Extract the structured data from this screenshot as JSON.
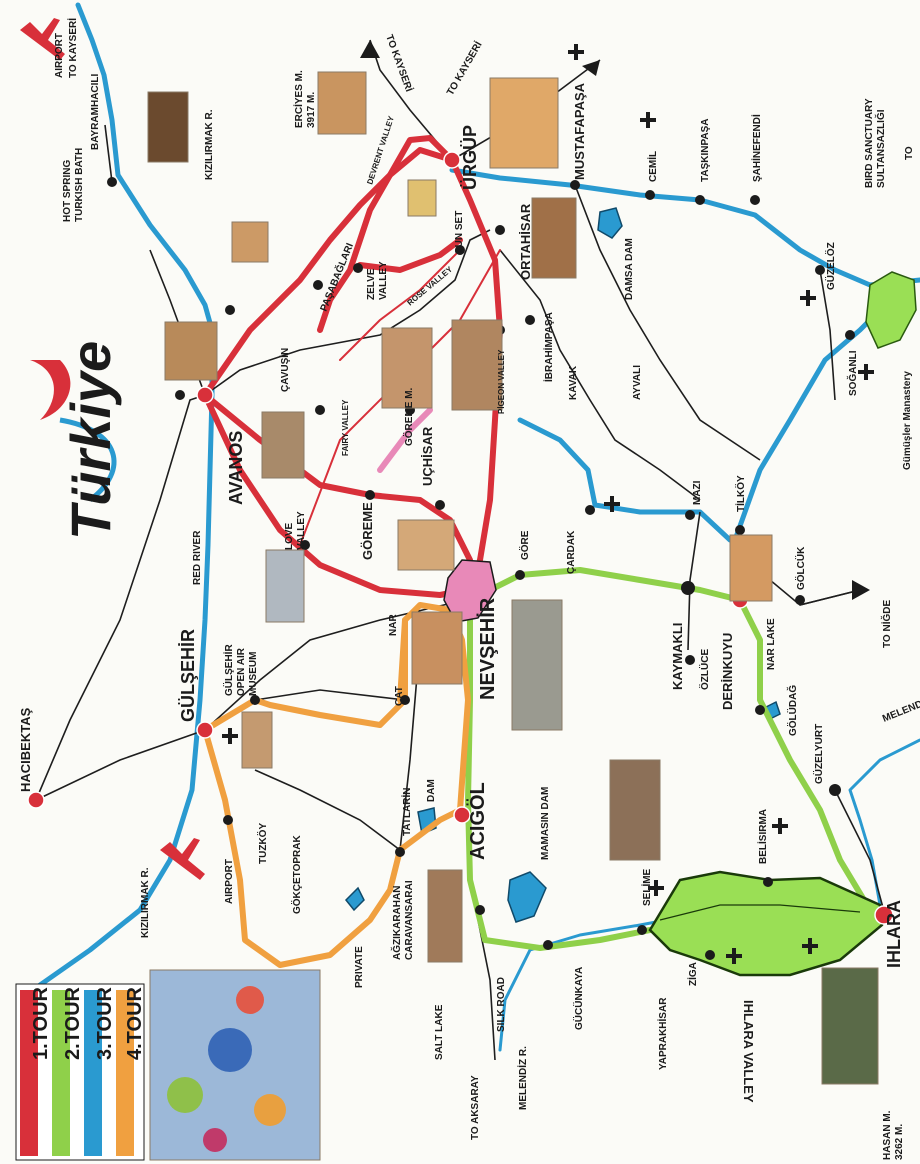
{
  "brand": {
    "name": "Türkiye"
  },
  "colors": {
    "tour1": "#d8303a",
    "tour2": "#8fd04a",
    "tour3": "#2a9ad0",
    "tour4": "#f0a040",
    "river": "#2a9ad0",
    "lake": "#2a9ad0",
    "valley": "#9adf55",
    "nevsehir": "#e889b8"
  },
  "legend": [
    {
      "label": "1.TOUR",
      "color": "#d8303a"
    },
    {
      "label": "2.TOUR",
      "color": "#8fd04a"
    },
    {
      "label": "3.TOUR",
      "color": "#2a9ad0"
    },
    {
      "label": "4.TOUR",
      "color": "#f0a040"
    }
  ],
  "labels": {
    "airport_kayseri": "AIRPORT",
    "to_kayseri_1": "TO KAYSERİ",
    "to_kayseri_2": "TO KAYSERİ",
    "to_kayseri_3": "TO KAYSERİ",
    "bayramhacili": "BAYRAMHACILI",
    "hot_spring": "HOT SPRING",
    "turkish_bath": "TURKISH BATH",
    "kizilirmak_1": "KIZILIRMAK R.",
    "kizilirmak_2": "KIZILIRMAK R.",
    "erciyes": "ERCİYES M.",
    "erciyes_alt": "3917 M.",
    "devrent": "DEVRENT VALLEY",
    "urgup": "ÜRGÜP",
    "mustafapasa": "MUSTAFAPAŞA",
    "cemil": "CEMİL",
    "taskinpasa": "TAŞKINPAŞA",
    "sahinefendi": "ŞAHİNEFENDİ",
    "bird_sanctuary": "BIRD SANCTUARY",
    "sultansazligi": "SULTANSAZLIĞI",
    "to_right": "TO",
    "sunset": "SUN SET",
    "ortahisar": "ORTAHİSAR",
    "damsa": "DAMSA DAM",
    "guzeloz": "GÜZELÖZ",
    "pasabaglari": "PAŞABAĞLARI",
    "zelve": "ZELVE",
    "valley": "VALLEY",
    "rose_valley": "ROSE VALLEY",
    "ibrahimpasa": "İBRAHİMPAŞA",
    "kavak": "KAVAK",
    "ayvali": "AYVALI",
    "soganli": "SOĞANLI",
    "gumusler": "Gümüşler Manastery",
    "pigeon_valley": "PİGEON VALLEY",
    "cavusin": "ÇAVUŞİN",
    "fairy_valley": "FAIRY VALLEY",
    "goreme_m": "GÖREME M.",
    "avanos": "AVANOS",
    "red_river": "RED RIVER",
    "love": "LOVE",
    "love_valley": "VALLEY",
    "goreme": "GÖREME",
    "uchisar": "UÇHİSAR",
    "gore": "GÖRE",
    "cardak": "ÇARDAK",
    "mazi": "MAZI",
    "tilkoy": "TİLKÖY",
    "golcuk": "GÖLCÜK",
    "to_nigde": "TO NİĞDE",
    "nevsehir": "NEVŞEHİR",
    "kaymakli": "KAYMAKLI",
    "ozluce": "ÖZLÜCE",
    "derinkuyu": "DERİNKUYU",
    "nar_lake": "NAR LAKE",
    "golodag": "GÖLÜDAĞ",
    "melendiz_top": "MELENDİZ",
    "nar": "NAR",
    "gulsehir_open_air": "GÜLŞEHİR",
    "open_air": "OPEN AIR",
    "museum": "MUSEUM",
    "cat": "ÇAT",
    "hacibektas": "HACIBEKTAŞ",
    "gulsehir": "GÜLŞEHİR",
    "tatlarin": "TATLARİN",
    "dam": "DAM",
    "acigol": "ACIGÖL",
    "mamasin": "MAMASIN DAM",
    "guzelyurt": "GÜZELYURT",
    "belisirma": "BELİSIRMA",
    "airport_left": "AIRPORT",
    "tuzkoy": "TUZKÖY",
    "gokcetoprak": "GÖKÇETOPRAK",
    "agzikarahan": "AĞZIKARAHAN",
    "caravansarai": "CARAVANSARAI",
    "private": "PRIVATE",
    "selime": "SELİME",
    "ziga": "ZİGA",
    "yaprakhisar": "YAPRAKHİSAR",
    "ihlara": "IHLARA",
    "ihlara_valley": "IHLARA VALLEY",
    "silk_road": "SILK ROAD",
    "salt_lake": "SALT LAKE",
    "to_aksaray": "TO AKSARAY",
    "melendiz_r": "MELENDİZ R.",
    "gucunkaya": "GÜCÜNKAYA",
    "hasan": "HASAN M.",
    "hasan_alt": "3262 M."
  }
}
